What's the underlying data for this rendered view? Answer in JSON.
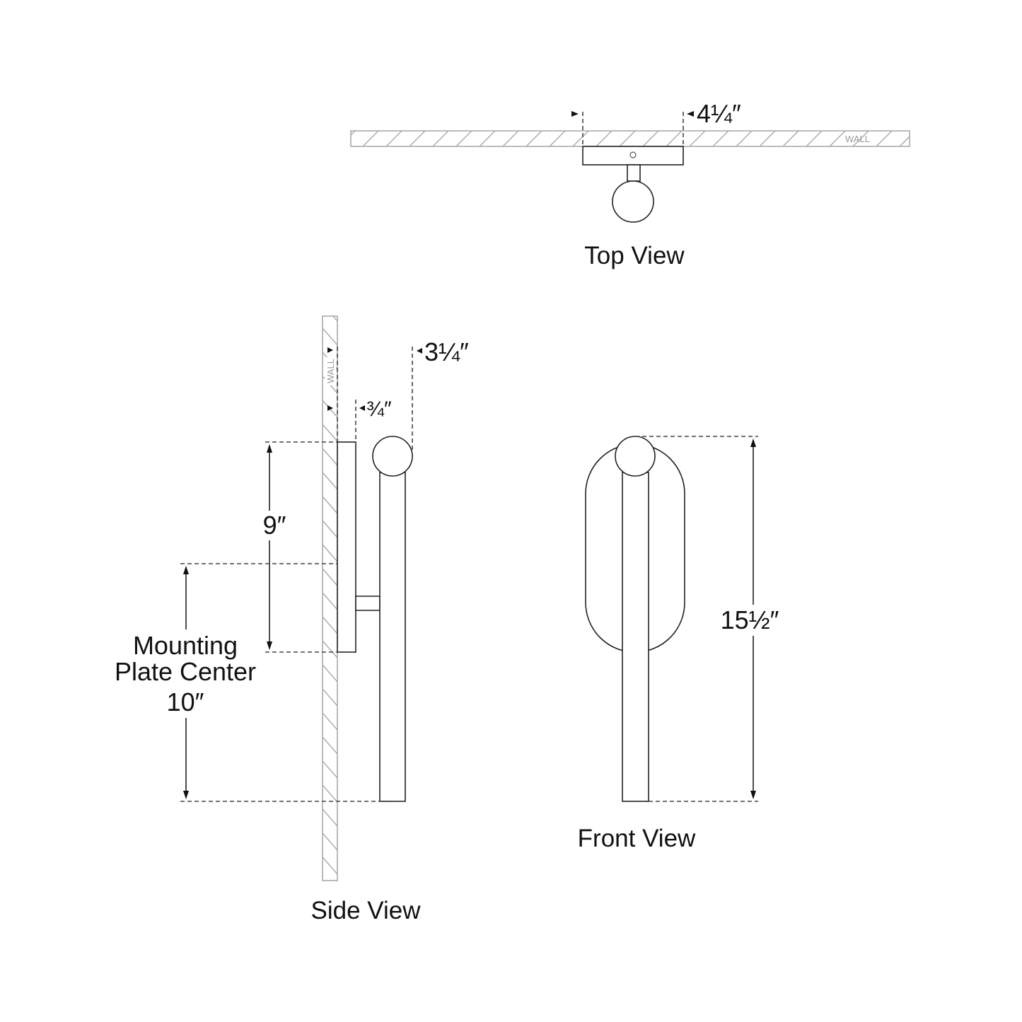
{
  "top_view": {
    "title": "Top View",
    "width_dim": "4¼″",
    "wall_label": "WALL"
  },
  "side_view": {
    "title": "Side View",
    "wall_label": "WALL",
    "plate_depth_dim": "¾″",
    "total_depth_dim": "3¼″",
    "plate_height_dim": "9″",
    "mounting_label_line1": "Mounting",
    "mounting_label_line2": "Plate Center",
    "mounting_dim": "10″"
  },
  "front_view": {
    "title": "Front View",
    "height_dim": "15½″"
  },
  "colors": {
    "line": "#222222",
    "wall": "#aaaaaa"
  }
}
